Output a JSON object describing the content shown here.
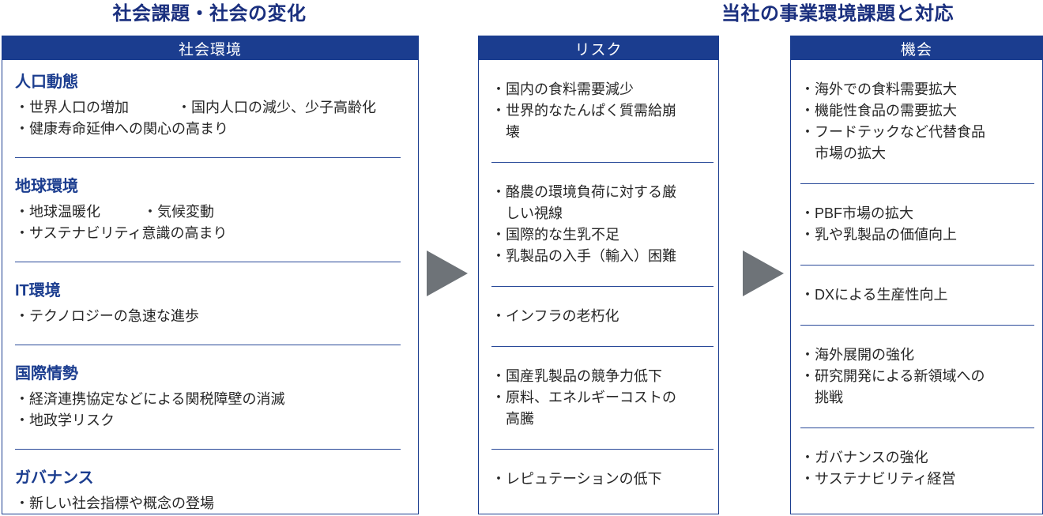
{
  "page": {
    "title_left": "社会課題・社会の変化",
    "title_right": "当社の事業環境課題と対応"
  },
  "colors": {
    "navy": "#1b3d8f",
    "title_navy": "#1a2f7e",
    "arrow_gray": "#6e7378",
    "text": "#262626",
    "divider": "#2a4a99"
  },
  "columns": {
    "social": {
      "header": "社会環境",
      "sections": [
        {
          "heading": "人口動態",
          "items": [
            "・世界人口の増加",
            "・国内人口の減少、少子高齢化",
            "・健康寿命延伸への関心の高まり"
          ]
        },
        {
          "heading": "地球環境",
          "items": [
            "・地球温暖化",
            "・気候変動",
            "・サステナビリティ意識の高まり"
          ]
        },
        {
          "heading": "IT環境",
          "items": [
            "・テクノロジーの急速な進歩"
          ]
        },
        {
          "heading": "国際情勢",
          "items": [
            "・経済連携協定などによる関税障壁の消滅",
            "・地政学リスク"
          ]
        },
        {
          "heading": "ガバナンス",
          "items": [
            "・新しい社会指標や概念の登場"
          ]
        }
      ]
    },
    "risk": {
      "header": "リスク",
      "groups": [
        [
          "・国内の食料需要減少",
          "・世界的なたんぱく質需給崩壊"
        ],
        [
          "・酪農の環境負荷に対する厳しい視線",
          "・国際的な生乳不足",
          "・乳製品の入手（輸入）困難"
        ],
        [
          "・インフラの老朽化"
        ],
        [
          "・国産乳製品の競争力低下",
          "・原料、エネルギーコストの高騰"
        ],
        [
          "・レピュテーションの低下"
        ]
      ]
    },
    "opportunity": {
      "header": "機会",
      "groups": [
        [
          "・海外での食料需要拡大",
          "・機能性食品の需要拡大",
          "・フードテックなど代替食品市場の拡大"
        ],
        [
          "・PBF市場の拡大",
          "・乳や乳製品の価値向上"
        ],
        [
          "・DXによる生産性向上"
        ],
        [
          "・海外展開の強化",
          "・研究開発による新領域への挑戦"
        ],
        [
          "・ガバナンスの強化",
          "・サステナビリティ経営"
        ]
      ]
    }
  }
}
